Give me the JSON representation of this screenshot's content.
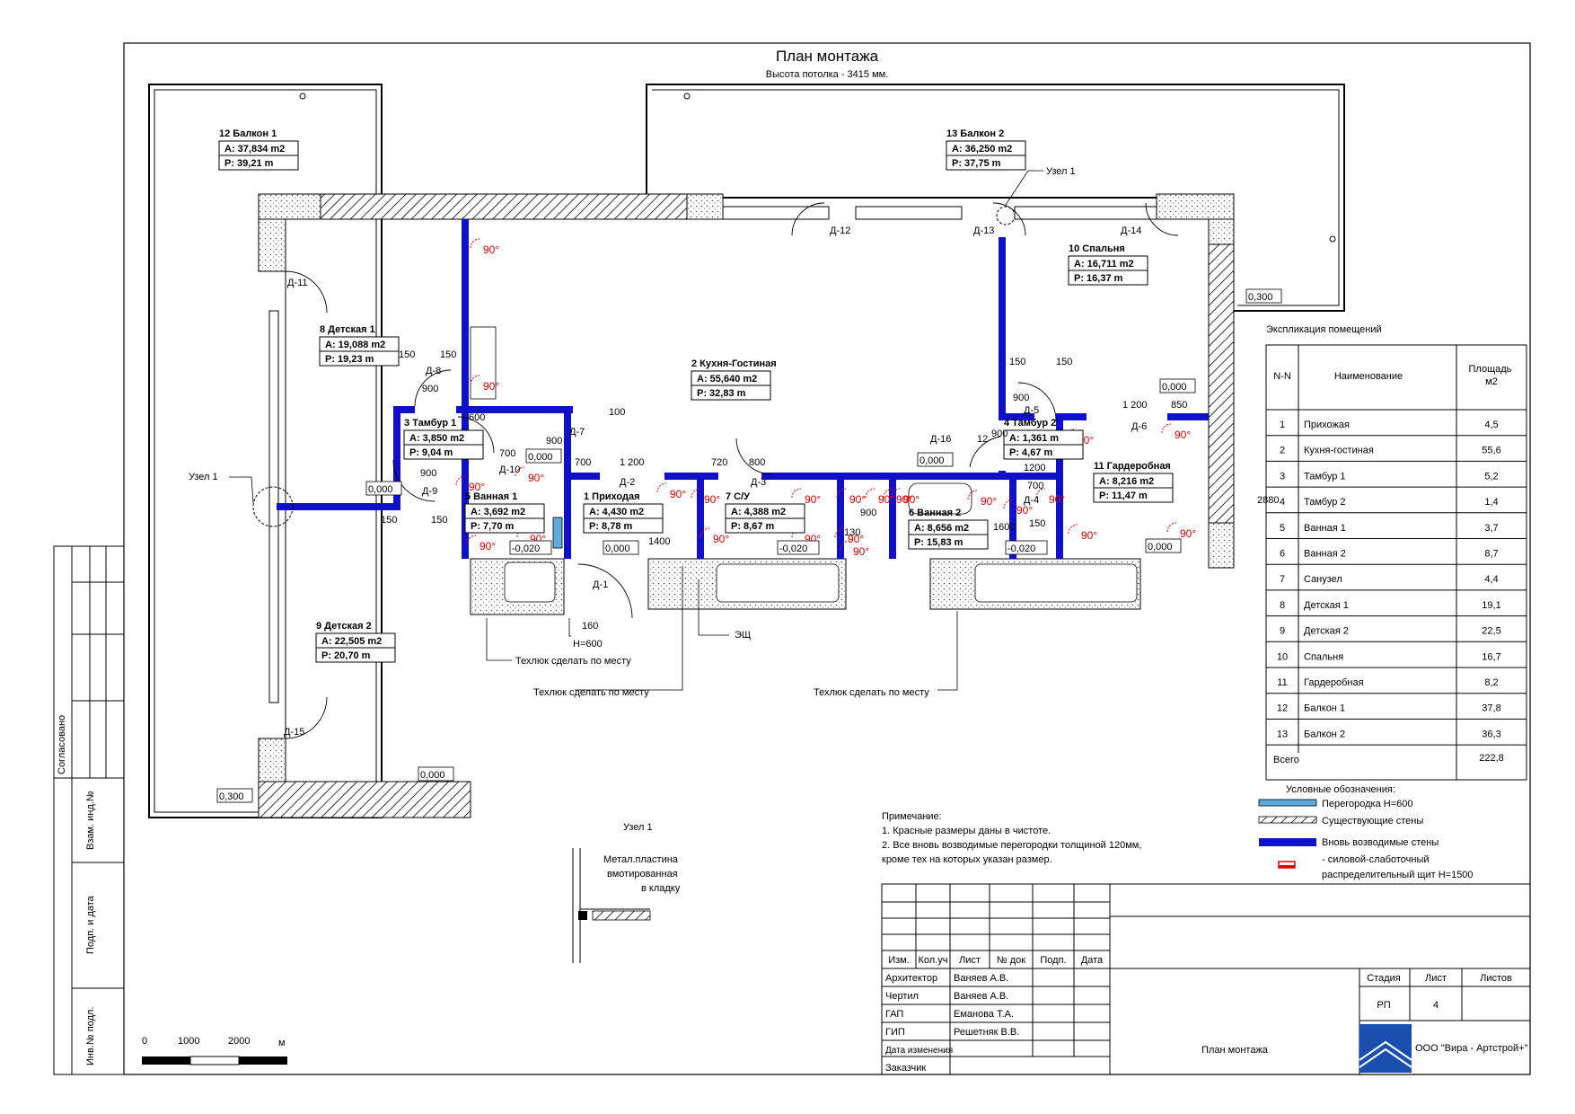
{
  "title": "План монтажа",
  "subtitle": "Высота потолка - 3415 мм.",
  "rooms": [
    {
      "name": "12 Балкон 1",
      "area": "A: 37,834 m2",
      "perimeter": "P: 39,21 m"
    },
    {
      "name": "13 Балкон 2",
      "area": "A: 36,250 m2",
      "perimeter": "P: 37,75 m"
    },
    {
      "name": "10 Спальня",
      "area": "A: 16,711 m2",
      "perimeter": "P: 16,37 m"
    },
    {
      "name": "8 Детская 1",
      "area": "A: 19,088 m2",
      "perimeter": "P: 19,23 m"
    },
    {
      "name": "2 Кухня-Гостиная",
      "area": "A: 55,640 m2",
      "perimeter": "P: 32,83 m"
    },
    {
      "name": "3 Тамбур 1",
      "area": "A: 3,850 m2",
      "perimeter": "P: 9,04 m"
    },
    {
      "name": "4 Тамбур 2",
      "area": "A: 1,361 m",
      "perimeter": "P: 4,67 m"
    },
    {
      "name": "11 Гардеробная",
      "area": "A: 8,216 m2",
      "perimeter": "P: 11,47 m"
    },
    {
      "name": "5 Ванная 1",
      "area": "A: 3,692 m2",
      "perimeter": "P: 7,70 m"
    },
    {
      "name": "1 Приходая",
      "area": "A: 4,430 m2",
      "perimeter": "P: 8,78 m"
    },
    {
      "name": "7 С/У",
      "area": "A: 4,388 m2",
      "perimeter": "P: 8,67 m"
    },
    {
      "name": "6 Ванная 2",
      "area": "A: 8,656 m2",
      "perimeter": "P: 15,83 m"
    },
    {
      "name": "9 Детская 2",
      "area": "A: 22,505 m2",
      "perimeter": "P: 20,70 m"
    }
  ],
  "doors": [
    "Д-1",
    "Д-2",
    "Д-3",
    "Д-4",
    "Д-5",
    "Д-6",
    "Д-7",
    "Д-8",
    "Д-9",
    "Д-10",
    "Д-11",
    "Д-12",
    "Д-13",
    "Д-14",
    "Д-15",
    "Д-16"
  ],
  "levels": [
    "0,300",
    "0,000",
    "-0,020"
  ],
  "dimensions": [
    "150",
    "900",
    "600",
    "700",
    "1 200",
    "720",
    "800",
    "1400",
    "160",
    "130",
    "1600",
    "1200",
    "850",
    "2880",
    "12",
    "100"
  ],
  "angle_label": "90°",
  "callouts": {
    "uzel_top": "Узел 1",
    "uzel_left": "Узел 1",
    "tech1": "Техлюк сделать по месту",
    "tech2": "Техлюк сделать по месту",
    "tech3": "Техлюк сделать по месту",
    "eshch": "ЭЩ",
    "h600": "H=600"
  },
  "explication": {
    "title": "Экспликация  помещений",
    "headers": [
      "N-N",
      "Наименование",
      "Площадь м2"
    ],
    "rows": [
      [
        "1",
        "Прихожая",
        "4,5"
      ],
      [
        "2",
        "Кухня-гостиная",
        "55,6"
      ],
      [
        "3",
        "Тамбур 1",
        "5,2"
      ],
      [
        "4",
        "Тамбур 2",
        "1,4"
      ],
      [
        "5",
        "Ванная 1",
        "3,7"
      ],
      [
        "6",
        "Ванная 2",
        "8,7"
      ],
      [
        "7",
        "Санузел",
        "4,4"
      ],
      [
        "8",
        "Детская 1",
        "19,1"
      ],
      [
        "9",
        "Детская 2",
        "22,5"
      ],
      [
        "10",
        "Спальня",
        "16,7"
      ],
      [
        "11",
        "Гардеробная",
        "8,2"
      ],
      [
        "12",
        "Балкон 1",
        "37,8"
      ],
      [
        "13",
        "Балкон 2",
        "36,3"
      ]
    ],
    "total_label": "Всего",
    "total_value": "222,8"
  },
  "legend": {
    "title": "Условные обозначения:",
    "items": [
      {
        "label": "Перегородка H=600",
        "color": "#5fa8e0"
      },
      {
        "label": "Существующие стены",
        "color": "#000000"
      },
      {
        "label": "Вновь возводимые стены",
        "color": "#1010c8"
      },
      {
        "label": "- силовой-слаботочный",
        "color": "#e00000"
      },
      {
        "label": "распределительный щит H=1500",
        "color": ""
      }
    ]
  },
  "notes": [
    "Примечание:",
    "1. Красные размеры даны в чистоте.",
    "2. Все вновь возводимые перегородки толщиной 120мм,",
    "кроме тех на которых указан размер."
  ],
  "detail": {
    "title": "Узел 1",
    "label1": "Метал.пластина",
    "label2": "вмотированная",
    "label3": "в кладку"
  },
  "scale": {
    "ticks": [
      "0",
      "1000",
      "2000"
    ],
    "unit": "м"
  },
  "side_stamp": [
    "Согласовано",
    "Взам. инд.№",
    "Подп. и дата",
    "Инв.№ подл."
  ],
  "title_block": {
    "headers": [
      "Изм.",
      "Кол.уч",
      "Лист",
      "№ док",
      "Подп.",
      "Дата"
    ],
    "roles": [
      {
        "role": "Архитектор",
        "name": "Ваняев А.В."
      },
      {
        "role": "Чертил",
        "name": "Ваняев А.В."
      },
      {
        "role": "ГАП",
        "name": "Еманова Т.А."
      },
      {
        "role": "ГИП",
        "name": "Решетняк В.В."
      },
      {
        "role": "Дата изменения",
        "name": ""
      },
      {
        "role": "Заказчик",
        "name": ""
      }
    ],
    "stage_headers": [
      "Стадия",
      "Лист",
      "Листов"
    ],
    "stage_values": [
      "РП",
      "4",
      ""
    ],
    "sheet_name": "План монтажа",
    "company": "ООО \"Вира - Артстрой+\""
  },
  "colors": {
    "new_wall": "#1010c8",
    "angle": "#e00000",
    "partition": "#5fa8e0"
  }
}
